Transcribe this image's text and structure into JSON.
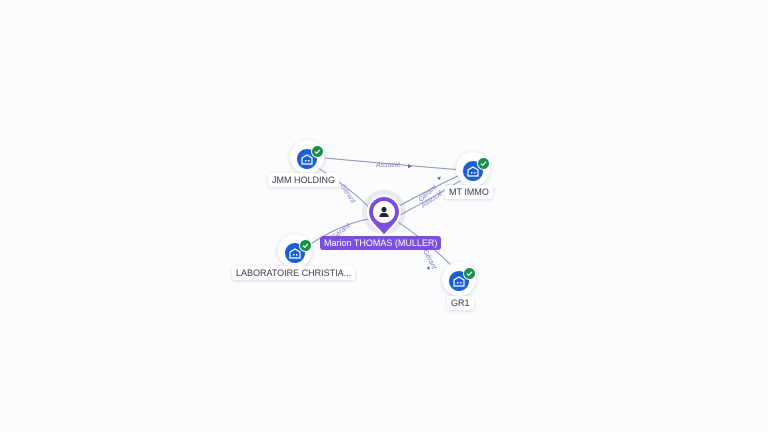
{
  "center": {
    "name": "Marion THOMAS (MULLER)",
    "icon": "person-icon",
    "color": "#7a4fe0"
  },
  "companies": [
    {
      "id": "jmm",
      "name": "JMM HOLDING",
      "icon": "building-icon",
      "status_icon": "check-icon"
    },
    {
      "id": "mtimmo",
      "name": "MT IMMO",
      "icon": "building-icon",
      "status_icon": "check-icon"
    },
    {
      "id": "labo",
      "name": "LABORATOIRE CHRISTIA...",
      "icon": "building-icon",
      "status_icon": "check-icon"
    },
    {
      "id": "gr1",
      "name": "GR1",
      "icon": "building-icon",
      "status_icon": "check-icon"
    }
  ],
  "relations": [
    {
      "from": "jmm",
      "to": "mtimmo",
      "label": "Associé"
    },
    {
      "from": "center",
      "to": "jmm",
      "label": "Gérant"
    },
    {
      "from": "center",
      "to": "mtimmo",
      "label": "Gérant"
    },
    {
      "from": "center",
      "to": "mtimmo",
      "label": "Associé"
    },
    {
      "from": "center",
      "to": "labo",
      "label": "Gérant"
    },
    {
      "from": "center",
      "to": "gr1",
      "label": "Gérant"
    }
  ],
  "colors": {
    "company_icon": "#1a5fd6",
    "status_active": "#1b8f4a",
    "edge": "#8d93b6",
    "edge_label": "#7b7fd4"
  }
}
